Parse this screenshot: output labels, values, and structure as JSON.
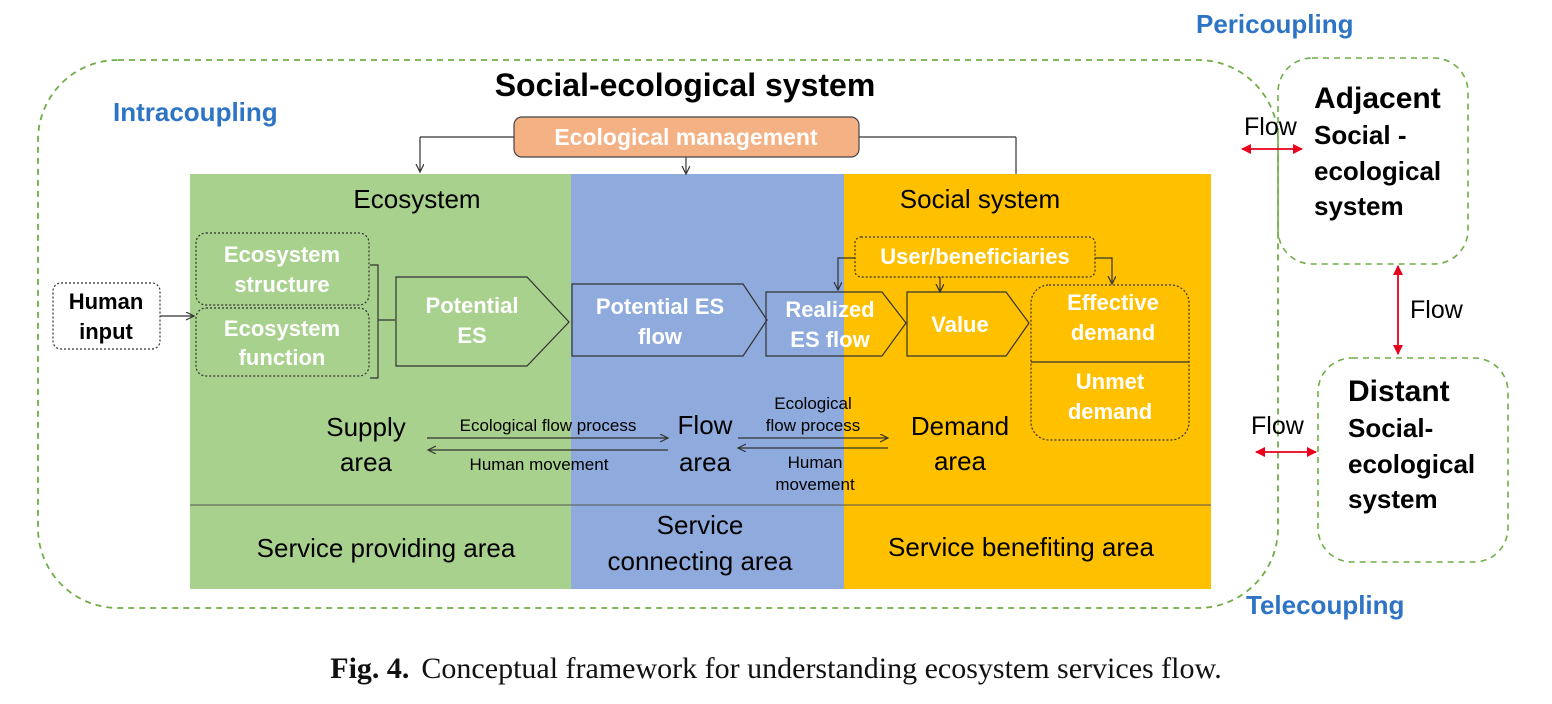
{
  "colors": {
    "ecosystem_bg": "#A9D18E",
    "flow_bg": "#8FAADC",
    "social_bg": "#FFC000",
    "management_bg": "#F4B183",
    "title_blue": "#2E74C4",
    "dashed_green": "#70AD47",
    "flow_arrow": "#E8001C"
  },
  "titles": {
    "ses": "Social-ecological system",
    "intracoupling": "Intracoupling",
    "pericoupling": "Pericoupling",
    "telecoupling": "Telecoupling"
  },
  "management": "Ecological management",
  "sections": {
    "ecosystem": "Ecosystem",
    "social": "Social system"
  },
  "human_input": [
    "Human",
    "input"
  ],
  "boxes": {
    "eco_structure": [
      "Ecosystem",
      "structure"
    ],
    "eco_function": [
      "Ecosystem",
      "function"
    ],
    "potential_es": [
      "Potential",
      "ES"
    ],
    "potential_es_flow": [
      "Potential ES",
      "flow"
    ],
    "realized_es_flow": [
      "Realized",
      "ES flow"
    ],
    "value": "Value",
    "users": "User/beneficiaries",
    "effective_demand": [
      "Effective",
      "demand"
    ],
    "unmet_demand": [
      "Unmet",
      "demand"
    ]
  },
  "areas": {
    "supply": [
      "Supply",
      "area"
    ],
    "flow": [
      "Flow",
      "area"
    ],
    "demand": [
      "Demand",
      "area"
    ]
  },
  "processes": {
    "ecological_flow_1": "Ecological flow process",
    "human_movement_1": "Human movement",
    "ecological_flow_2": [
      "Ecological",
      "flow process"
    ],
    "human_movement_2": [
      "Human",
      "movement"
    ]
  },
  "bottom": {
    "providing": "Service providing area",
    "connecting": [
      "Service",
      "connecting area"
    ],
    "benefiting": "Service benefiting area"
  },
  "adjacent": {
    "title": "Adjacent",
    "lines": [
      "Social -",
      "ecological",
      "system"
    ]
  },
  "distant": {
    "title": "Distant",
    "lines": [
      "Social-",
      "ecological",
      "system"
    ]
  },
  "flow_labels": {
    "top": "Flow",
    "vertical": "Flow",
    "bottom": "Flow"
  },
  "caption": {
    "label": "Fig. 4.",
    "text": "Conceptual framework for understanding ecosystem services flow."
  }
}
